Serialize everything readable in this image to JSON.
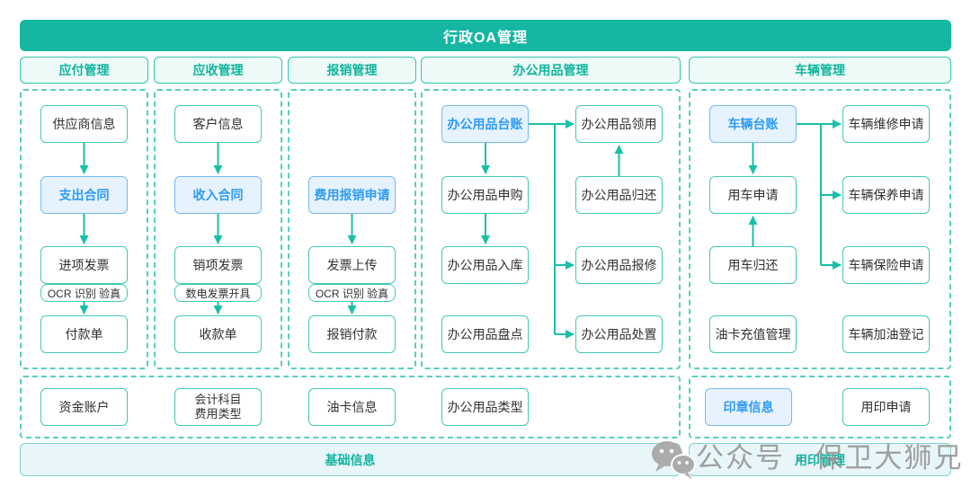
{
  "title": "行政OA管理",
  "colors": {
    "teal_banner": "#15b7a3",
    "teal_text": "#11b49e",
    "teal_border": "#43c9b5",
    "dashed_border": "#55d0bf",
    "arrow": "#19bfa7",
    "highlight_bg": "#e6f2fe",
    "highlight_border": "#74b9f7",
    "highlight_text": "#2e9bf5",
    "bottom_banner_bg": "#e8f5f9",
    "header_bg": "#edfaf7",
    "watermark_gray": "#a0a0a0"
  },
  "columns": [
    {
      "header": "应付管理",
      "boxes": [
        {
          "label": "供应商信息"
        },
        {
          "label": "支出合同",
          "highlight": true
        },
        {
          "label": "进项发票",
          "tag": "OCR 识别 验真"
        },
        {
          "label": "付款单"
        }
      ]
    },
    {
      "header": "应收管理",
      "boxes": [
        {
          "label": "客户信息"
        },
        {
          "label": "收入合同",
          "highlight": true
        },
        {
          "label": "销项发票",
          "tag": "数电发票开具"
        },
        {
          "label": "收款单"
        }
      ]
    },
    {
      "header": "报销管理",
      "boxes": [
        {
          "label": "费用报销申请",
          "highlight": true
        },
        {
          "label": "发票上传",
          "tag": "OCR 识别 验真"
        },
        {
          "label": "报销付款"
        }
      ]
    },
    {
      "header": "办公用品管理",
      "left": [
        {
          "label": "办公用品台账",
          "highlight": true
        },
        {
          "label": "办公用品申购"
        },
        {
          "label": "办公用品入库"
        },
        {
          "label": "办公用品盘点"
        }
      ],
      "right": [
        {
          "label": "办公用品领用"
        },
        {
          "label": "办公用品归还"
        },
        {
          "label": "办公用品报修"
        },
        {
          "label": "办公用品处置"
        }
      ]
    },
    {
      "header": "车辆管理",
      "left": [
        {
          "label": "车辆台账",
          "highlight": true
        },
        {
          "label": "用车申请"
        },
        {
          "label": "用车归还"
        },
        {
          "label": "油卡充值管理"
        }
      ],
      "right": [
        {
          "label": "车辆维修申请"
        },
        {
          "label": "车辆保养申请"
        },
        {
          "label": "车辆保险申请"
        },
        {
          "label": "车辆加油登记"
        }
      ]
    }
  ],
  "connections": [
    {
      "from": "供应商信息",
      "to": "支出合同"
    },
    {
      "from": "支出合同",
      "to": "进项发票"
    },
    {
      "from": "进项发票",
      "to": "付款单"
    },
    {
      "from": "客户信息",
      "to": "收入合同"
    },
    {
      "from": "收入合同",
      "to": "销项发票"
    },
    {
      "from": "销项发票",
      "to": "收款单"
    },
    {
      "from": "费用报销申请",
      "to": "发票上传"
    },
    {
      "from": "发票上传",
      "to": "报销付款"
    },
    {
      "from": "办公用品台账",
      "to": "办公用品申购"
    },
    {
      "from": "办公用品申购",
      "to": "办公用品入库"
    },
    {
      "from": "办公用品台账",
      "to": "办公用品领用"
    },
    {
      "from": "办公用品台账",
      "to": "办公用品报修"
    },
    {
      "from": "办公用品台账",
      "to": "办公用品处置"
    },
    {
      "from": "办公用品归还",
      "to": "办公用品领用"
    },
    {
      "from": "车辆台账",
      "to": "用车申请"
    },
    {
      "from": "用车归还",
      "to": "用车申请"
    },
    {
      "from": "车辆台账",
      "to": "车辆维修申请"
    },
    {
      "from": "车辆台账",
      "to": "车辆保养申请"
    },
    {
      "from": "车辆台账",
      "to": "车辆保险申请"
    }
  ],
  "bottom_left": {
    "banner": "基础信息",
    "boxes": [
      {
        "label": "资金账户"
      },
      {
        "line1": "会计科目",
        "line2": "费用类型"
      },
      {
        "label": "油卡信息"
      },
      {
        "label": "办公用品类型"
      }
    ]
  },
  "bottom_right": {
    "banner": "用印管理",
    "boxes": [
      {
        "label": "印章信息",
        "highlight": true
      },
      {
        "label": "用印申请"
      }
    ]
  },
  "watermark": {
    "icon": "wechat-icon",
    "text": "公众号 · 保卫大狮兄"
  }
}
